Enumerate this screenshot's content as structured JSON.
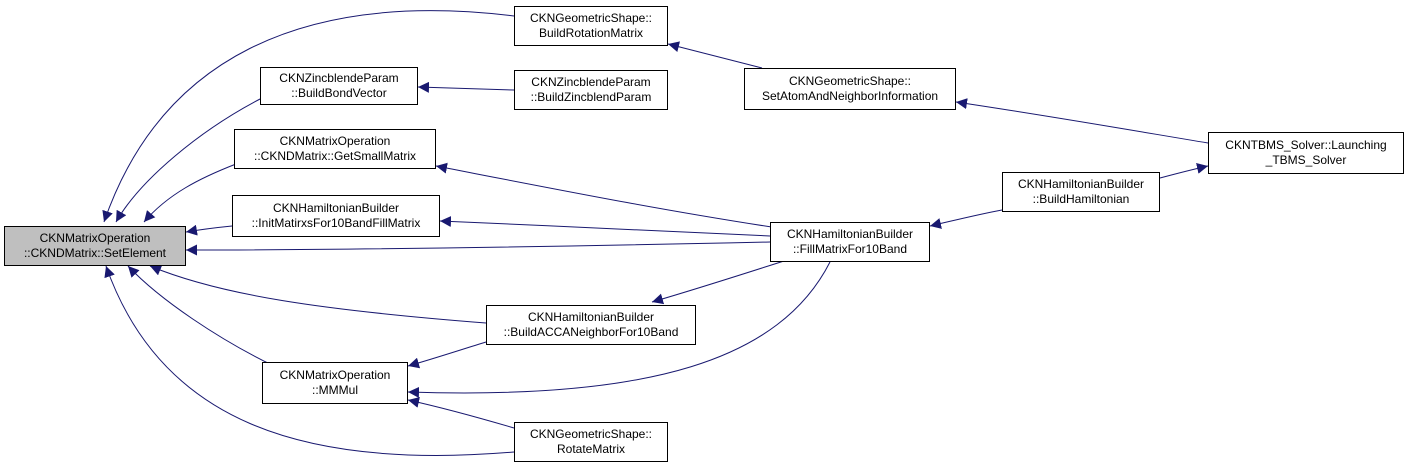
{
  "colors": {
    "edge": "#191970",
    "node_border": "#000000",
    "node_fill": "#ffffff",
    "focus_fill": "#bfbfbf"
  },
  "nodes": {
    "set_element": {
      "line1": "CKNMatrixOperation",
      "line2": "::CKNDMatrix::SetElement"
    },
    "build_rotation_matrix": {
      "line1": "CKNGeometricShape::",
      "line2": "BuildRotationMatrix"
    },
    "build_bond_vector": {
      "line1": "CKNZincblendeParam",
      "line2": "::BuildBondVector"
    },
    "build_zincblend_param": {
      "line1": "CKNZincblendeParam",
      "line2": "::BuildZincblendParam"
    },
    "set_atom_neighbor": {
      "line1": "CKNGeometricShape::",
      "line2": "SetAtomAndNeighborInformation"
    },
    "get_small_matrix": {
      "line1": "CKNMatrixOperation",
      "line2": "::CKNDMatrix::GetSmallMatrix"
    },
    "launching_tbms": {
      "line1": "CKNTBMS_Solver::Launching",
      "line2": "_TBMS_Solver"
    },
    "init_matirxs": {
      "line1": "CKNHamiltonianBuilder",
      "line2": "::InitMatirxsFor10BandFillMatrix"
    },
    "build_hamiltonian": {
      "line1": "CKNHamiltonianBuilder",
      "line2": "::BuildHamiltonian"
    },
    "fill_matrix": {
      "line1": "CKNHamiltonianBuilder",
      "line2": "::FillMatrixFor10Band"
    },
    "build_acca": {
      "line1": "CKNHamiltonianBuilder",
      "line2": "::BuildACCANeighborFor10Band"
    },
    "mmmul": {
      "line1": "CKNMatrixOperation",
      "line2": "::MMMul"
    },
    "rotate_matrix": {
      "line1": "CKNGeometricShape::",
      "line2": "RotateMatrix"
    }
  }
}
